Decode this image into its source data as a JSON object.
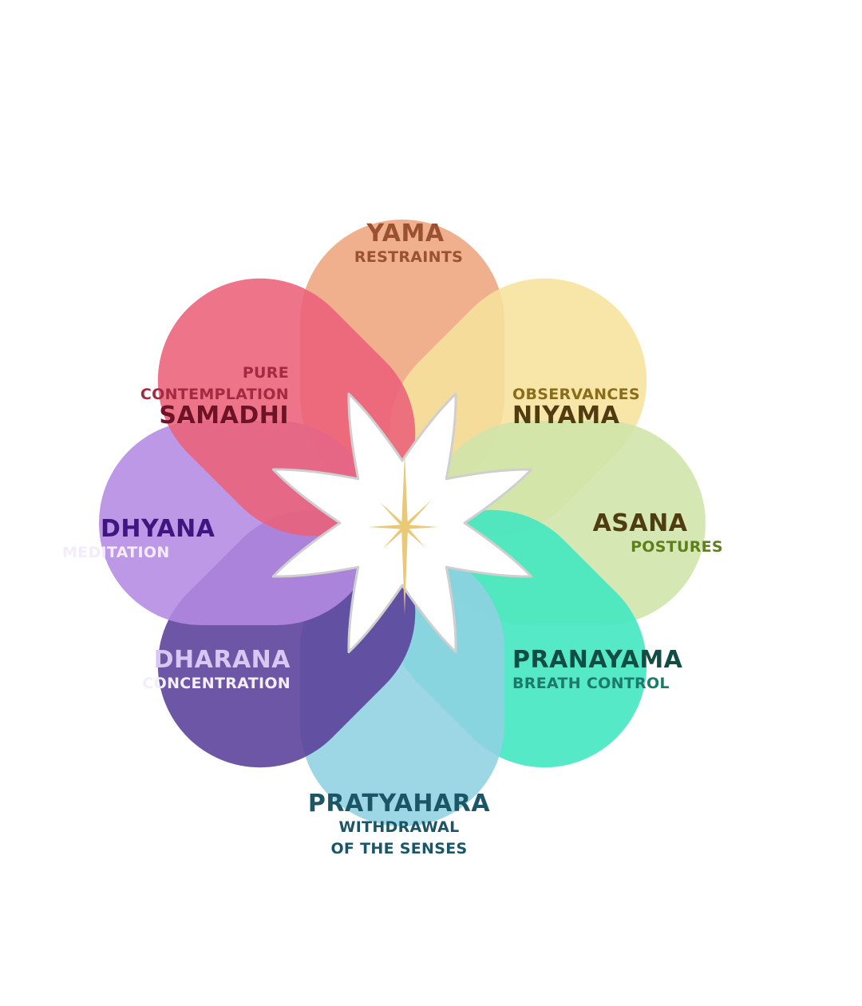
{
  "diagram": {
    "petals": [
      {
        "name": "YAMA",
        "meaning": [
          "RESTRAINTS"
        ],
        "color": "#eea47d",
        "name_color": "#9a5230",
        "sub_color": "#9a5230"
      },
      {
        "name": "NIYAMA",
        "meaning": [
          "OBSERVANCES"
        ],
        "color": "#f6e39c",
        "name_color": "#4f3c10",
        "sub_color": "#8a6d1a"
      },
      {
        "name": "ASANA",
        "meaning": [
          "POSTURES"
        ],
        "color": "#cfe5aa",
        "name_color": "#4f3c10",
        "sub_color": "#5d7f1c"
      },
      {
        "name": "PRANAYAMA",
        "meaning": [
          "BREATH CONTROL"
        ],
        "color": "#3fe6c0",
        "name_color": "#124d44",
        "sub_color": "#1c7a6a"
      },
      {
        "name": "PRATYAHARA",
        "meaning": [
          "WITHDRAWAL",
          "OF THE SENSES"
        ],
        "color": "#8fd1e2",
        "name_color": "#1b5666",
        "sub_color": "#1b5666"
      },
      {
        "name": "DHARANA",
        "meaning": [
          "CONCENTRATION"
        ],
        "color": "#5a3f9a",
        "name_color": "#d6c8f2",
        "sub_color": "#f3eefc"
      },
      {
        "name": "DHYANA",
        "meaning": [
          "MEDITATION"
        ],
        "color": "#b48ae3",
        "name_color": "#3f1580",
        "sub_color": "#f3ecfc"
      },
      {
        "name": "SAMADHI",
        "meaning": [
          "PURE",
          "CONTEMPLATION"
        ],
        "color": "#eb6179",
        "name_color": "#6e1326",
        "sub_color": "#a32a40"
      }
    ],
    "center_star_color": "#e9c877"
  }
}
